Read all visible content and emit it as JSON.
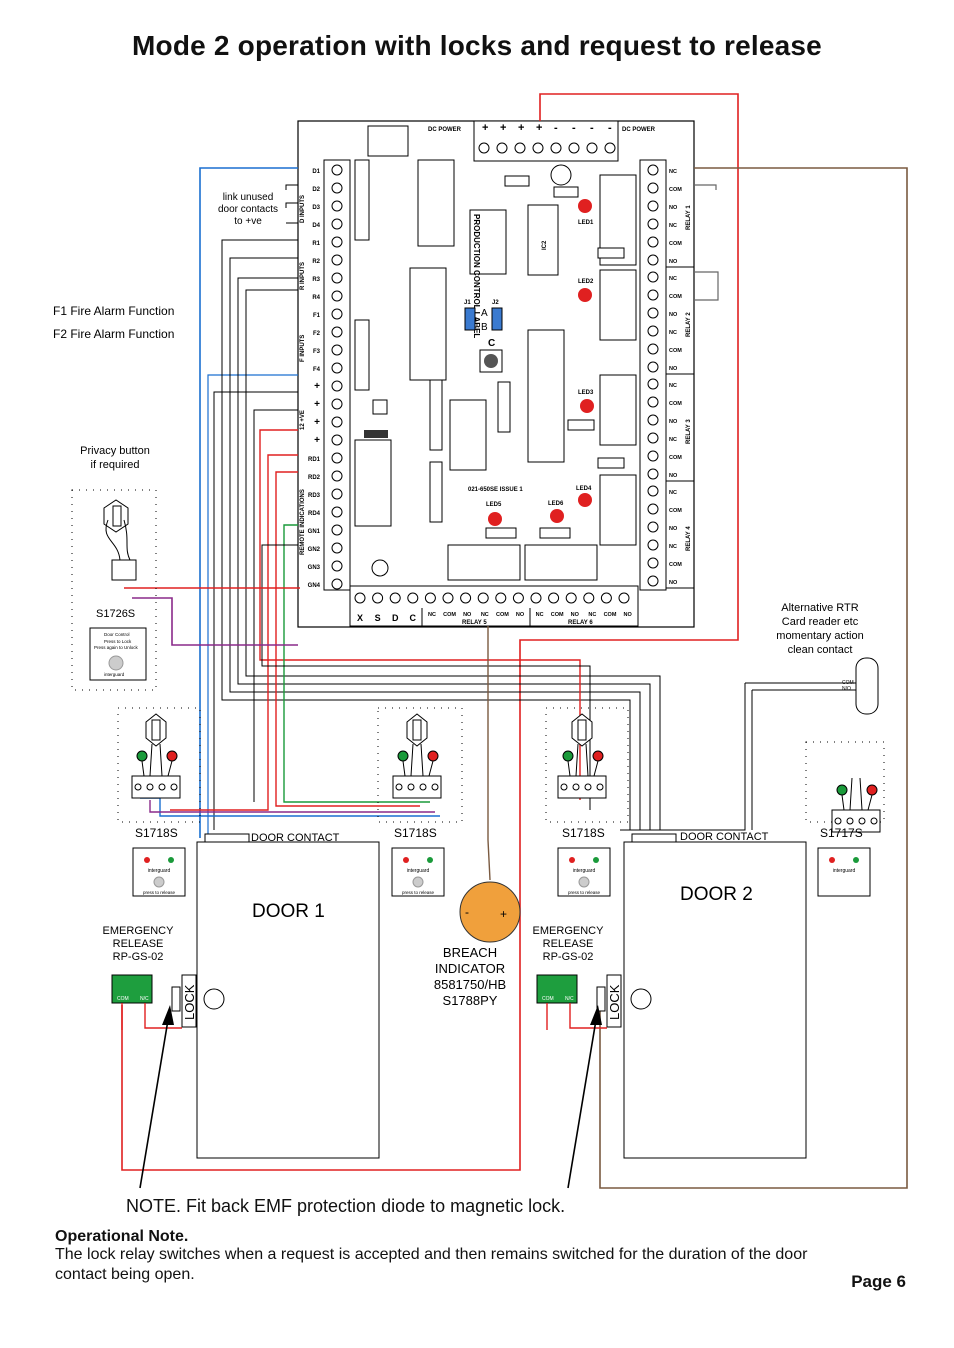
{
  "title": "Mode 2 operation with locks and request to release",
  "board": {
    "dc_power_left": "DC POWER",
    "dc_power_right": "DC POWER",
    "power_signs": [
      "+",
      "+",
      "+",
      "+",
      "-",
      "-",
      "-",
      "-"
    ],
    "d_inputs": [
      "D1",
      "D2",
      "D3",
      "D4"
    ],
    "d_inputs_label": "D INPUTS",
    "r_inputs": [
      "R1",
      "R2",
      "R3",
      "R4"
    ],
    "r_inputs_label": "R INPUTS",
    "f_inputs": [
      "F1",
      "F2",
      "F3",
      "F4"
    ],
    "f_inputs_label": "F INPUTS",
    "plus12": [
      "+",
      "+",
      "+",
      "+"
    ],
    "plus12_label": "12 +VE",
    "remote": [
      "RD1",
      "RD2",
      "RD3",
      "RD4",
      "GN1",
      "GN2",
      "GN3",
      "GN4"
    ],
    "remote_label": "REMOTE INDICATIONS",
    "relay_pins": [
      "NC",
      "COM",
      "NO",
      "NC",
      "COM",
      "NO"
    ],
    "relay_labels": [
      "RELAY 1",
      "RELAY 2",
      "RELAY 3",
      "RELAY 4"
    ],
    "bottom_xsdc": [
      "X",
      "S",
      "D",
      "C"
    ],
    "bottom_relay_pins": [
      "NC",
      "COM",
      "NO",
      "NC",
      "COM",
      "NO"
    ],
    "relay5": "RELAY 5",
    "relay6": "RELAY 6",
    "prod_label": "PRODUCTION CONTROL LABEL",
    "ic2": "IC2",
    "j1": "J1",
    "j2": "J2",
    "a": "A",
    "b": "B",
    "c": "C",
    "leds": [
      "LED1",
      "LED2",
      "LED3",
      "LED4",
      "LED5",
      "LED6"
    ],
    "issue": "021-650SE ISSUE 1"
  },
  "labels": {
    "link_unused": [
      "link unused",
      "door contacts",
      "to +ve"
    ],
    "f1": "F1 Fire Alarm Function",
    "f2": "F2 Fire Alarm Function",
    "privacy": [
      "Privacy button",
      "if required"
    ],
    "s1726s": "S1726S",
    "door_control": [
      "Door Control",
      "Press to Lock",
      "Press again to Unlock",
      "interguard"
    ],
    "alt_rtr": [
      "Alternative RTR",
      "Card reader etc",
      "momentary action",
      "clean contact"
    ],
    "com": "COM",
    "no": "N/O",
    "s1718s_1": "S1718S",
    "s1718s_2": "S1718S",
    "s1718s_3": "S1718S",
    "s1717s": "S1717S",
    "door_contact_1": "DOOR CONTACT",
    "door_contact_2": "DOOR CONTACT",
    "door1": "DOOR 1",
    "door2": "DOOR 2",
    "emergency_1": [
      "EMERGENCY",
      "RELEASE",
      "RP-GS-02"
    ],
    "emergency_2": [
      "EMERGENCY",
      "RELEASE",
      "RP-GS-02"
    ],
    "breach": [
      "BREACH",
      "INDICATOR",
      "8581750/HB",
      "S1788PY"
    ],
    "lock": "LOCK",
    "interguard": "interguard",
    "press_release": "press to release",
    "rp_com": "COM",
    "rp_nc": "N/C",
    "minus": "-",
    "plus": "+"
  },
  "note": "NOTE. Fit back EMF protection diode to magnetic lock.",
  "operational_heading": "Operational Note.",
  "operational_body": "The lock relay switches when a request is accepted and then remains switched for the duration of the door contact being open.",
  "page": "Page 6",
  "colors": {
    "red": "#e02020",
    "blue": "#1a6fd0",
    "green": "#1a9a3a",
    "purple": "#8a2a8a",
    "brown": "#7a5a40",
    "grey": "#666666",
    "orange": "#f0a03c",
    "keypadGreen": "#1e9e3e"
  }
}
